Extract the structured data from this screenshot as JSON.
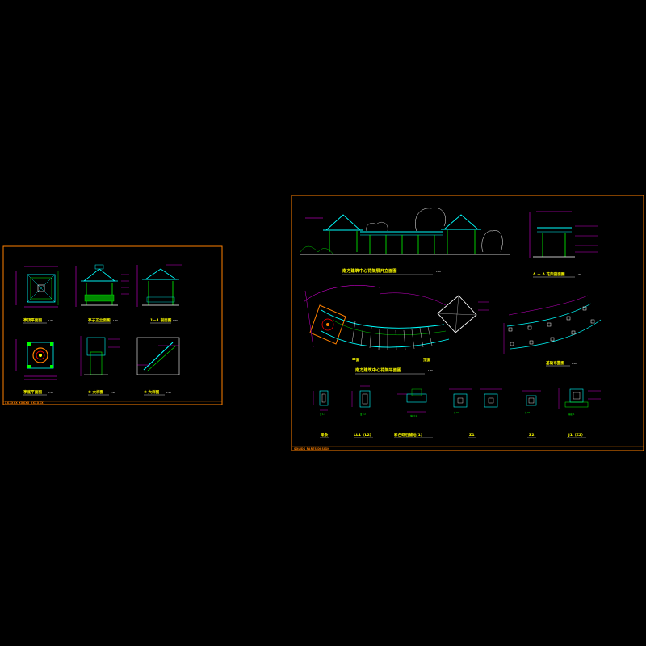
{
  "colors": {
    "background": "#000000",
    "frame": "#FF8000",
    "title": "#FFFF00",
    "cyan": "#00FFFF",
    "green": "#00FF00",
    "magenta": "#FF00FF",
    "white": "#FFFFFF",
    "red": "#FF0000"
  },
  "sheet_left": {
    "brand": "XXXXXX XXXXX XXXXXX",
    "views": {
      "roof_plan": {
        "title": "亭顶平面图",
        "scale": "1:50"
      },
      "front_elevation": {
        "title": "亭子正立面图",
        "scale": "1:50"
      },
      "section_1_1": {
        "title": "1－1 剖面图",
        "scale": "1:50"
      },
      "floor_plan": {
        "title": "亭底平面图",
        "scale": "1:50"
      },
      "detail_1": {
        "title": "① 大样图",
        "scale": "1:20"
      },
      "detail_2": {
        "title": "② 大样图",
        "scale": "1:20"
      }
    }
  },
  "sheet_right": {
    "brand": "SOLIDS PARTS DESIGN",
    "views": {
      "elevation": {
        "title": "南方建筑中心花架展开立面图",
        "scale": "1:50"
      },
      "section_a": {
        "title": "A － A 花架剖面图",
        "scale": "1:50"
      },
      "plan": {
        "title": "南方建筑中心花架平面图",
        "scale": "1:50",
        "label_plan": "平面",
        "label_roof": "顶面"
      },
      "foundation": {
        "title": "基础布置图",
        "scale": "1:50"
      }
    },
    "details": [
      {
        "title": "梁条",
        "note": "梁 1-1"
      },
      {
        "title": "LL1（L2）",
        "note": "梁 2-2"
      },
      {
        "title": "彩色砾石铺地(1)",
        "note": "铺地大样"
      },
      {
        "title": "Z1",
        "note": "柱 Z1"
      },
      {
        "title": "Z2",
        "note": "柱 Z2"
      },
      {
        "title": "J1（Z2）",
        "note": "基础 J1"
      }
    ]
  }
}
